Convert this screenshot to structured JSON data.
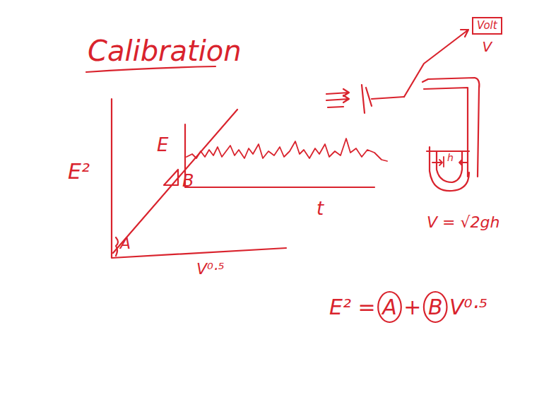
{
  "diagram": {
    "title": "Calibration",
    "nodes": [
      {
        "text": [
          "Volt",
          "V"
        ]
      }
    ],
    "labels": [
      "E²",
      "A",
      "B",
      "V⁰·⁵",
      "E",
      "t",
      "h",
      "V = √2gh",
      "E² = A + B V⁰·⁵"
    ]
  }
}
